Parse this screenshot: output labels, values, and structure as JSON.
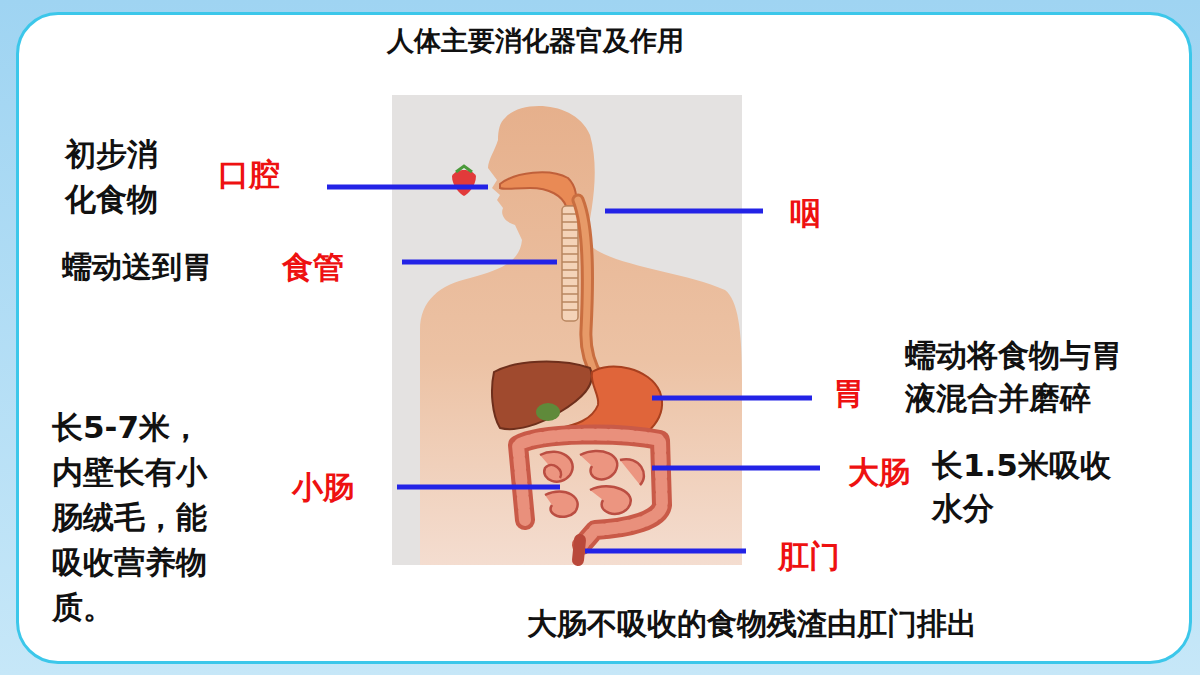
{
  "diagram": {
    "title": "人体主要消化器官及作用",
    "labels": [
      "初步消化食物",
      "口腔",
      "咽",
      "蠕动送到胃",
      "食管",
      "蠕动将食物与胃液混合并磨碎",
      "胃",
      "长5-7米，内壁长有小肠绒毛，能吸收营养物质。",
      "小肠",
      "大肠",
      "长1.5米吸收水分",
      "肛门",
      "大肠不吸收的食物残渣由肛门排出"
    ]
  }
}
